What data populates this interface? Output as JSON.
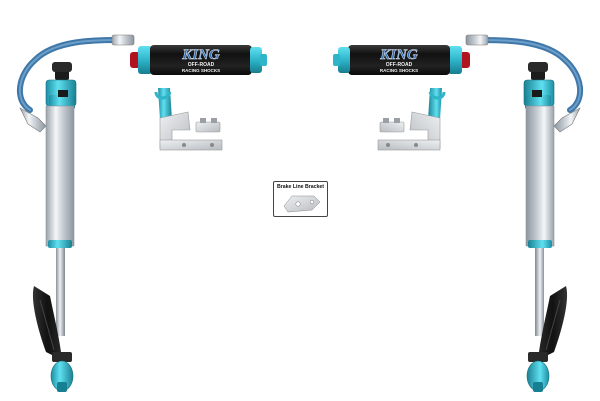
{
  "product": {
    "brand_logo_lines": [
      "KING",
      "OFF-ROAD",
      "RACING SHOCKS"
    ],
    "colors": {
      "anodized_blue": "#35c3d8",
      "blue_hose": "#4d86b8",
      "chrome": "#c4ccd3",
      "carbon_black": "#1c1c1c",
      "bracket_silver": "#d6dadd",
      "boot_black": "#222222",
      "red_cap": "#b01420"
    }
  },
  "inset": {
    "title": "Brake Line Bracket"
  }
}
